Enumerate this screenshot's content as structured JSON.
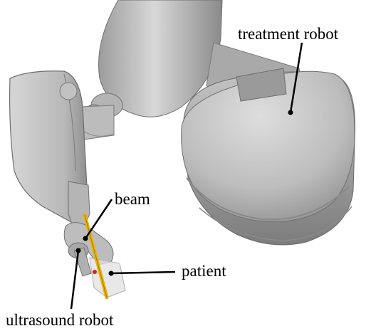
{
  "labels": {
    "treatment_robot": "treatment robot",
    "beam": "beam",
    "patient": "patient",
    "ultrasound_robot": "ultrasound robot"
  },
  "colors": {
    "robot_surface": "#c9c9c9",
    "robot_shadow": "#8e8e8e",
    "beam": "#e8b400",
    "target": "#d62020",
    "pointer": "#000000"
  }
}
